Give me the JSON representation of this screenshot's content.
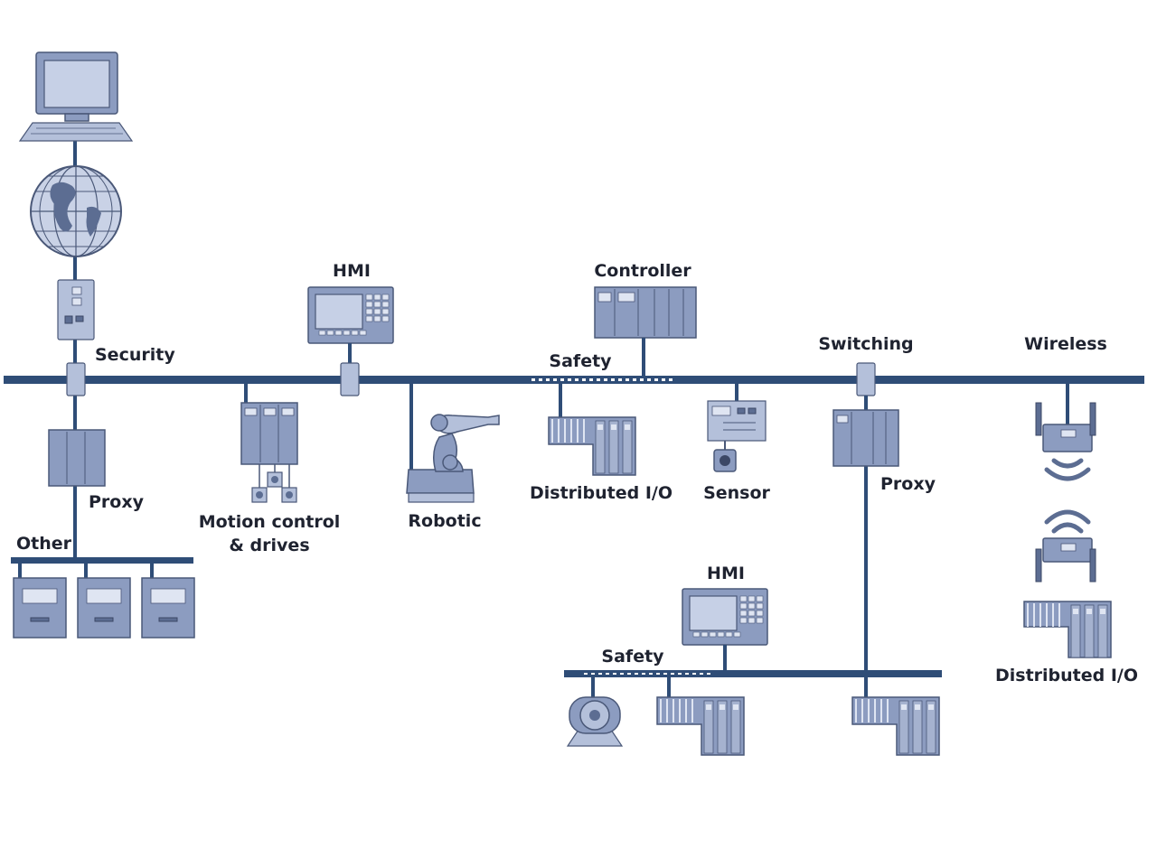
{
  "labels": {
    "security": "Security",
    "hmi_top": "HMI",
    "controller": "Controller",
    "safety_top": "Safety",
    "switching": "Switching",
    "wireless": "Wireless",
    "proxy_left": "Proxy",
    "other": "Other",
    "motion_line1": "Motion control",
    "motion_line2": "& drives",
    "robotic": "Robotic",
    "distributed_io_main": "Distributed I/O",
    "sensor": "Sensor",
    "proxy_right": "Proxy",
    "hmi_bottom": "HMI",
    "safety_bottom": "Safety",
    "distributed_io_wireless": "Distributed I/O"
  },
  "colors": {
    "bus": "#2f4d77",
    "device": "#8c9cc0",
    "device_light": "#b4c0da",
    "outline": "#4a5878",
    "label": "#1f2330"
  },
  "icons": [
    "computer-icon",
    "globe-icon",
    "security-module-icon",
    "proxy-icon",
    "drive-icon",
    "hmi-panel-icon",
    "robot-arm-icon",
    "controller-icon",
    "distributed-io-icon",
    "sensor-icon",
    "switch-icon",
    "wireless-access-point-icon",
    "wireless-client-icon",
    "motor-icon"
  ]
}
